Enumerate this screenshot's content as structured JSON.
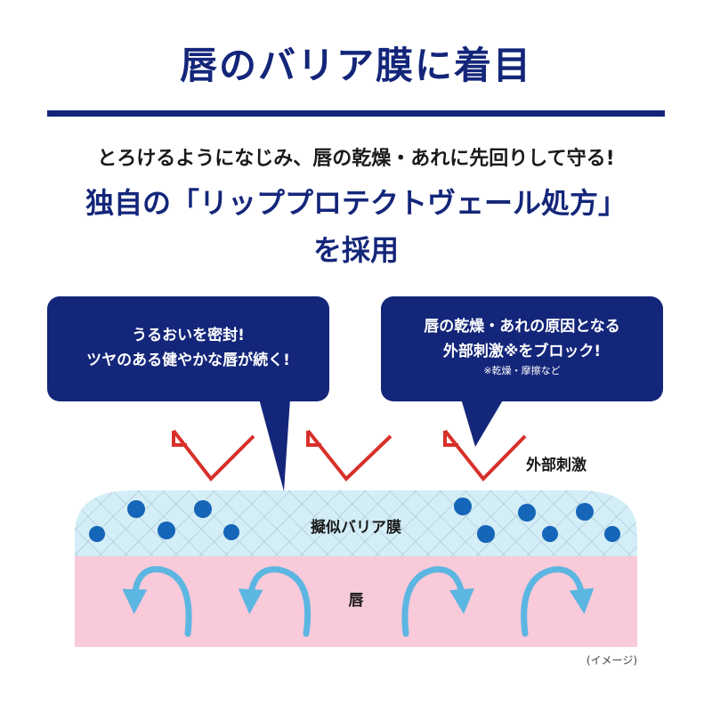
{
  "title": "唇のバリア膜に着目",
  "subtitle": "とろけるようになじみ、唇の乾燥・あれに先回りして守る!",
  "headline": {
    "line1": "独自の「リッププロテクトヴェール処方」",
    "line2": "を採用"
  },
  "bubble_left": {
    "line1": "うるおいを密封!",
    "line2": "ツヤのある健やかな唇が続く!"
  },
  "bubble_right": {
    "line1": "唇の乾燥・あれの原因となる",
    "line2": "外部刺激※をブロック!",
    "note": "※乾燥・摩擦など"
  },
  "labels": {
    "external_stimulus": "外部刺激",
    "barrier": "擬似バリア膜",
    "lip": "唇"
  },
  "caption": "(イメージ)",
  "colors": {
    "navy": "#14267a",
    "barrier": "#d3eef7",
    "lip": "#f9cad9",
    "arrow_red": "#d8302a",
    "dot_blue": "#1565b8",
    "curve_blue": "#5cb6e2"
  }
}
